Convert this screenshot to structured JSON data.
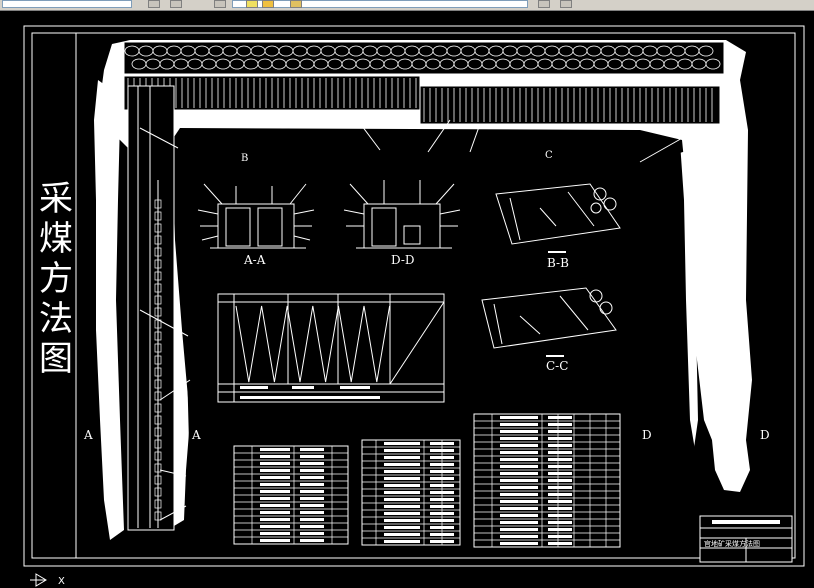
{
  "toolbar": {
    "icons": [
      "save-icon",
      "print-icon",
      "layer-icon",
      "layer-state-icon",
      "bulb-icon",
      "sun-icon",
      "lock-icon",
      "color-icon",
      "match-properties-icon",
      "layer-previous-icon"
    ]
  },
  "drawing": {
    "side_title": [
      "采",
      "煤",
      "方",
      "法",
      "图"
    ],
    "section_labels": {
      "aa": "A-A",
      "dd": "D-D",
      "bb": "B-B",
      "cc": "C-C"
    },
    "cut_markers": {
      "a_left": "A",
      "a_right": "A",
      "d_left": "D",
      "d_right": "D",
      "b_top": "B",
      "c_top": "C"
    },
    "title_block": "官地矿采煤方法图",
    "colors": {
      "background": "#000000",
      "linework": "#ffffff",
      "gob_fill": "#ffffff"
    }
  },
  "status": {
    "coordinate_axis_label": "X"
  }
}
